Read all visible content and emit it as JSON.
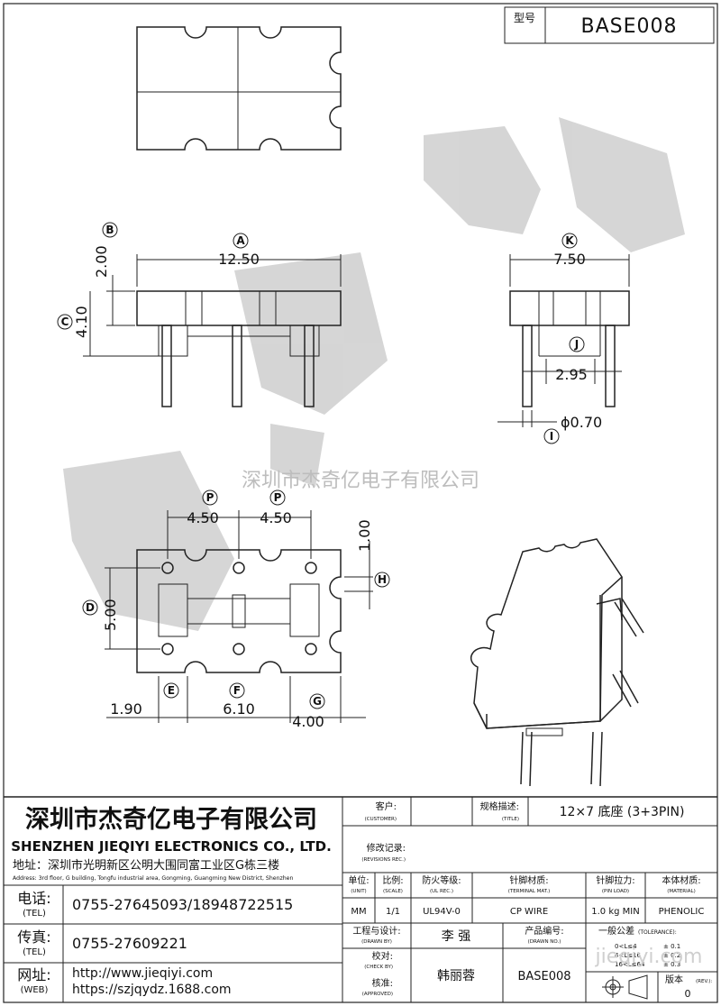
{
  "model_box": {
    "label": "型号",
    "value": "BASE008"
  },
  "watermark": {
    "text": "深圳市杰奇亿电子有限公司"
  },
  "dimensions": {
    "A": {
      "label": "A",
      "value": "12.50"
    },
    "B": {
      "label": "B",
      "value": "2.00"
    },
    "C": {
      "label": "C",
      "value": "4.10"
    },
    "K": {
      "label": "K",
      "value": "7.50"
    },
    "J": {
      "label": "J",
      "value": "2.95"
    },
    "I": {
      "label": "I",
      "value": "ϕ0.70"
    },
    "P1": {
      "label": "P",
      "value": "4.50"
    },
    "P2": {
      "label": "P",
      "value": "4.50"
    },
    "D": {
      "label": "D",
      "value": "5.00"
    },
    "H": {
      "label": "H",
      "value": "1.00"
    },
    "E": {
      "label": "E",
      "value": "1.90"
    },
    "F": {
      "label": "F",
      "value": "6.10"
    },
    "G": {
      "label": "G",
      "value": "4.00"
    }
  },
  "company": {
    "name_cn": "深圳市杰奇亿电子有限公司",
    "name_en": "SHENZHEN JIEQIYI ELECTRONICS CO., LTD.",
    "address_cn": "地址：深圳市光明新区公明大围同富工业区G栋三楼",
    "address_en": "Address: 3rd floor, G building, Tongfu industrial area, Gongming, Guangming New District, Shenzhen",
    "tel_label": "电话:",
    "tel_label_en": "(TEL)",
    "tel_value": "0755-27645093/18948722515",
    "fax_label": "传真:",
    "fax_label_en": "(TEL)",
    "fax_value": "0755-27609221",
    "web_label": "网址:",
    "web_label_en": "(WEB)",
    "web_value1": "http://www.jieqiyi.com",
    "web_value2": "https://szjqydz.1688.com"
  },
  "title_block": {
    "customer_label": "客户:",
    "customer_label_en": "(CUSTOMER)",
    "customer_value": "",
    "title_label": "规格描述:",
    "title_label_en": "(TITLE)",
    "title_value": "12×7 底座 (3+3PIN)",
    "revisions_label": "修改记录:",
    "revisions_label_en": "(REVISIONS REC.)",
    "headers": [
      {
        "cn": "单位:",
        "en": "(UNIT)"
      },
      {
        "cn": "比例:",
        "en": "(SCALE)"
      },
      {
        "cn": "防火等级:",
        "en": "(UL REC.)"
      },
      {
        "cn": "针脚材质:",
        "en": "(TERMINAL MAT.)"
      },
      {
        "cn": "针脚拉力:",
        "en": "(PIN LOAD)"
      },
      {
        "cn": "本体材质:",
        "en": "(MATERIAL)"
      }
    ],
    "values": [
      "MM",
      "1/1",
      "UL94V-0",
      "CP WIRE",
      "1.0 kg MIN",
      "PHENOLIC"
    ],
    "drawn_label": "工程与设计:",
    "drawn_label_en": "(DRAWN BY)",
    "drawn_value": "李 强",
    "drawing_no_label": "产品编号:",
    "drawing_no_label_en": "(DRAWN NO.)",
    "tolerance_label": "一般公差",
    "tolerance_label_en": "(TOLERANCE):",
    "tolerance_rows": [
      {
        "range": "0<L≤4",
        "tol": "± 0.1"
      },
      {
        "range": "4<L≤16",
        "tol": "± 0.2"
      },
      {
        "range": "16<L≤64",
        "tol": "± 0.3"
      }
    ],
    "check_label": "校对:",
    "check_label_en": "(CHECK BY)",
    "approved_label": "核准:",
    "approved_label_en": "(APPROVED)",
    "approved_value": "韩丽蓉",
    "drawing_no_value": "BASE008",
    "rev_label": "版本",
    "rev_label_en": "(REV.):",
    "rev_value": "0",
    "watermark_url": "jieqiyi.com"
  }
}
